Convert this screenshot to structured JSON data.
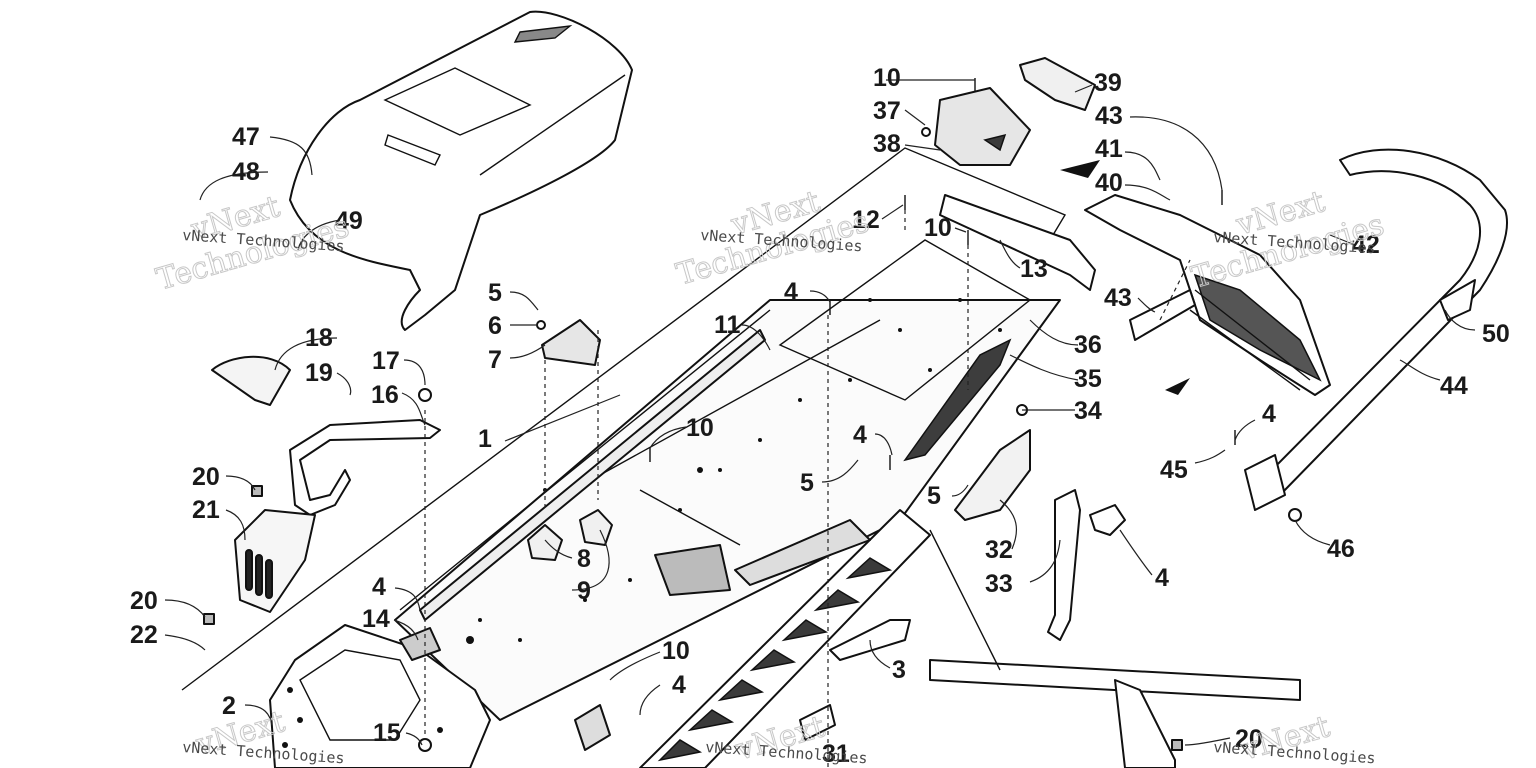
{
  "watermark": {
    "company_line": "vNext Technologies",
    "word_vnext": "vNext",
    "word_technologies": "Technologies"
  },
  "callouts": [
    "1",
    "2",
    "3",
    "4",
    "5",
    "6",
    "7",
    "8",
    "9",
    "10",
    "11",
    "12",
    "13",
    "14",
    "15",
    "16",
    "17",
    "18",
    "19",
    "20",
    "21",
    "22",
    "31",
    "32",
    "33",
    "34",
    "35",
    "36",
    "37",
    "38",
    "39",
    "40",
    "41",
    "42",
    "43",
    "44",
    "45",
    "46",
    "47",
    "48",
    "49",
    "50"
  ]
}
